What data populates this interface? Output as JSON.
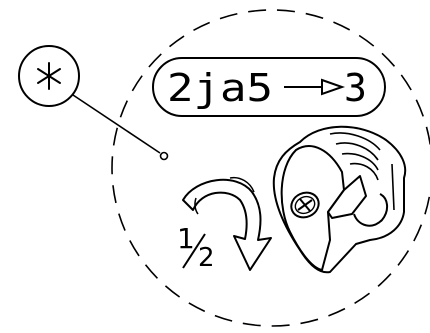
{
  "callout": {
    "symbol": "∗"
  },
  "step_label": {
    "from": "2ja5",
    "to": "3"
  },
  "rotation": {
    "numerator": "1",
    "denominator": "2"
  }
}
